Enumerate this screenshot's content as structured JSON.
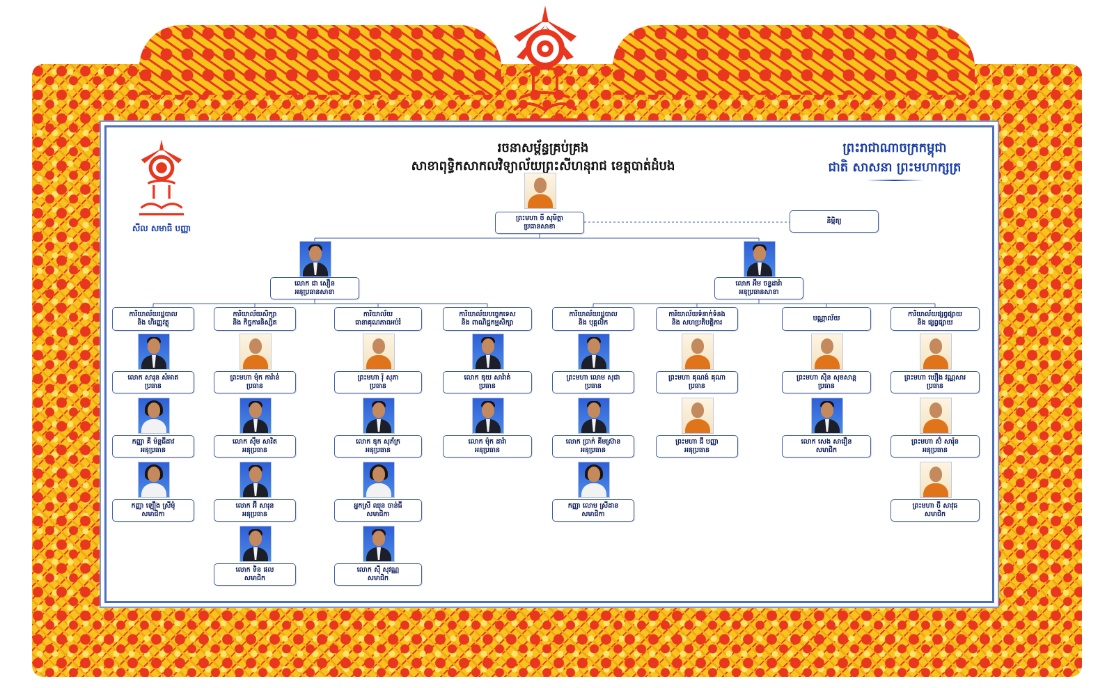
{
  "header": {
    "title_line1": "រចនាសម្ព័ន្ធគ្រប់គ្រង",
    "title_line2": "សាខាពុទ្ធិកសាកលវិទ្យាល័យព្រះសីហនុរាជ ខេត្តបាត់ដំបង",
    "kingdom_line1": "ព្រះរាជាណាចក្រកម្ពុជា",
    "kingdom_line2": "ជាតិ សាសនា ព្រះមហាក្សត្រ",
    "motto": "សីល សមាធិ បញ្ញា"
  },
  "colors": {
    "frame_red": "#e8361f",
    "frame_gold": "#f7c41c",
    "node_border": "#3b5ba8",
    "text_blue": "#1a3ea8"
  },
  "director": {
    "name": "ព្រះមហា ចី សុមិត្តា",
    "role": "ប្រធានសាខា",
    "photo": "monk"
  },
  "advisor": {
    "label": "និម្មិត្យ"
  },
  "deputies": [
    {
      "name": "លោក ជា សឿន",
      "role": "អនុប្រធានសាខា",
      "photo": "male"
    },
    {
      "name": "លោក អឹម ចន្ទដារ៉ា",
      "role": "អនុប្រធានសាខា",
      "photo": "male"
    }
  ],
  "departments": [
    {
      "line1": "ការិយាល័យរដ្ឋបាល",
      "line2": "និង ហិរញ្ញវត្ថុ",
      "members": [
        {
          "name": "លោក សារុន សំអាត",
          "role": "ប្រធាន",
          "photo": "male"
        },
        {
          "name": "កញ្ញា គី ម៉ន្តធីដាវ",
          "role": "អនុប្រធាន",
          "photo": "female"
        },
        {
          "name": "កញ្ញា ឡឿង ស្រីមុំ",
          "role": "សមាជិកា",
          "photo": "female"
        }
      ]
    },
    {
      "line1": "ការិយាល័យសិក្សា",
      "line2": "និង កិច្ចការនិស្សិត",
      "members": [
        {
          "name": "ព្រះមហា ម៉ុក ការ៉ាន់",
          "role": "ប្រធាន",
          "photo": "monk"
        },
        {
          "name": "លោក ស៊ឹម សារិត",
          "role": "អនុប្រធាន",
          "photo": "male"
        },
        {
          "name": "លោក អ៊ី សារុន",
          "role": "អនុប្រធាន",
          "photo": "male"
        },
        {
          "name": "លោក ទិន ផល",
          "role": "សមាជិក",
          "photo": "male"
        }
      ]
    },
    {
      "line1": "ការិយាល័យ",
      "line2": "ធានាគុណភាពអប់រំ",
      "members": [
        {
          "name": "ព្រះមហា រ៉ុ សុភា",
          "role": "ប្រធាន",
          "photo": "monk"
        },
        {
          "name": "លោក ឌុក សុភ័ក្រ",
          "role": "អនុប្រធាន",
          "photo": "male"
        },
        {
          "name": "អ្នកស្រី ឈុន ចាន់ធី",
          "role": "សមាជិកា",
          "photo": "female"
        },
        {
          "name": "លោក ស៊ី សុវណ្ណ",
          "role": "សមាជិក",
          "photo": "male"
        }
      ]
    },
    {
      "line1": "ការិយាល័យបច្ចេកទេស",
      "line2": "និង ពាណិជ្ជកម្មសិក្សា",
      "members": [
        {
          "name": "លោក ឌុយ សារ៉ាត់",
          "role": "ប្រធាន",
          "photo": "male"
        },
        {
          "name": "លោក ម៉ុក ដារ៉ា",
          "role": "អនុប្រធាន",
          "photo": "male"
        }
      ]
    },
    {
      "line1": "ការិយាល័យរដ្ឋបាល",
      "line2": "និង បុគ្គលិក",
      "members": [
        {
          "name": "ព្រះមហា លោម សុជា",
          "role": "ប្រធាន",
          "photo": "male"
        },
        {
          "name": "លោក ប្រាក់ គីមស្រ៊ាន",
          "role": "អនុប្រធាន",
          "photo": "male"
        },
        {
          "name": "កញ្ញា លោម ស្រីដាន",
          "role": "សមាជិកា",
          "photo": "female"
        }
      ]
    },
    {
      "line1": "ការិយាល័យទំនាក់ទំនង",
      "line2": "និង សហប្រតិបត្តិការ",
      "members": [
        {
          "name": "ព្រះមហា គុណង់ គុណា",
          "role": "ប្រធាន",
          "photo": "monk"
        },
        {
          "name": "ព្រះមហា ជី បញ្ញា",
          "role": "អនុប្រធាន",
          "photo": "monk"
        }
      ]
    },
    {
      "line1": "បណ្ណាល័យ",
      "line2": "",
      "members": [
        {
          "name": "ព្រះមហា ស៊ិន សុខសាន្ត",
          "role": "ប្រធាន",
          "photo": "monk"
        },
        {
          "name": "លោក សេង សារឿន",
          "role": "សមាជិក",
          "photo": "male"
        }
      ]
    },
    {
      "line1": "ការិយាល័យផ្សព្វផ្សាយ",
      "line2": "និង ផ្សព្វផ្សាយ",
      "members": [
        {
          "name": "ព្រះមហា ឃឿង វណ្ណសារ",
          "role": "ប្រធាន",
          "photo": "monk"
        },
        {
          "name": "ព្រះមហា ស៊ំ សារ៉ុន",
          "role": "អនុប្រធាន",
          "photo": "monk"
        },
        {
          "name": "ព្រះមហា ចី សាវុធ",
          "role": "សមាជិក",
          "photo": "monk"
        }
      ]
    }
  ]
}
